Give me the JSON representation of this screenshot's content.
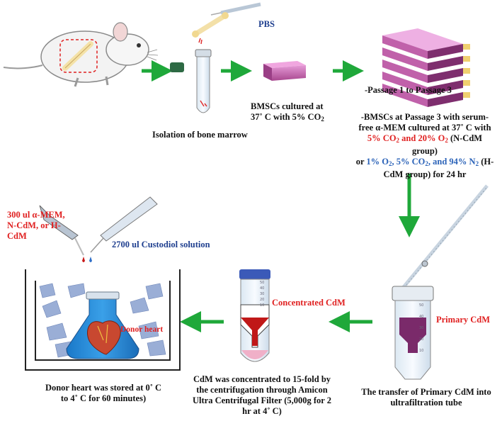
{
  "labels": {
    "pbs": "PBS",
    "isolation": "Isolation of bone marrow",
    "bmsc_line1": "BMSCs cultured at",
    "bmsc_line2_pre": "37˚ C with 5% CO",
    "bmsc_line2_sub": "2",
    "passage": "-Passage 1 to Passage 3",
    "p3_line1": "-BMSCs at Passage 3 with serum-",
    "p3_line2": "free α-MEM cultured at 37˚ C with",
    "p3_line3_red_a": "5% CO",
    "p3_line3_sub1": "2",
    "p3_line3_red_b": " and 20% O",
    "p3_line3_sub2": "2",
    "p3_line3_black": " (N-CdM group)",
    "p3_line4_or": "or ",
    "p3_line4_blue_a": "1% O",
    "p3_line4_sub1": "2",
    "p3_line4_blue_b": ", 5% CO",
    "p3_line4_sub2": "2",
    "p3_line4_blue_c": ", and 94% N",
    "p3_line4_sub3": "2",
    "p3_line4_black": " (H-",
    "p3_line5": "CdM group) for 24 hr",
    "primary_cdm": "Primary CdM",
    "transfer_line1": "The transfer of Primary CdM into",
    "transfer_line2": "ultrafiltration tube",
    "concentrated_cdm": "Concentrated CdM",
    "conc_line1": "CdM was concentrated to 15-fold by",
    "conc_line2": "the centrifugation through Amicon",
    "conc_line3": "Ultra Centrifugal Filter (5,000g for 2",
    "conc_line4": "hr at 4˚ C)",
    "donor_heart": "Donor heart",
    "stored_line1": "Donor heart was stored at 0˚ C",
    "stored_line2": "to 4˚ C for 60 minutes)",
    "media_line1": "300 ul α-MEM,",
    "media_line2": "N-CdM, or H-",
    "media_line3": "CdM",
    "custodiol": "2700 ul Custodiol solution"
  },
  "colors": {
    "arrow": "#1fa83a",
    "red_text": "#e02020",
    "blue_text": "#2a62b8",
    "flask_purple": "#b0509a",
    "cdm_purple": "#7a2a6a",
    "tube_red": "#c01818",
    "tube_pink": "#f0b0c8"
  },
  "tube_marks": [
    "50",
    "40",
    "30",
    "20",
    "10"
  ]
}
